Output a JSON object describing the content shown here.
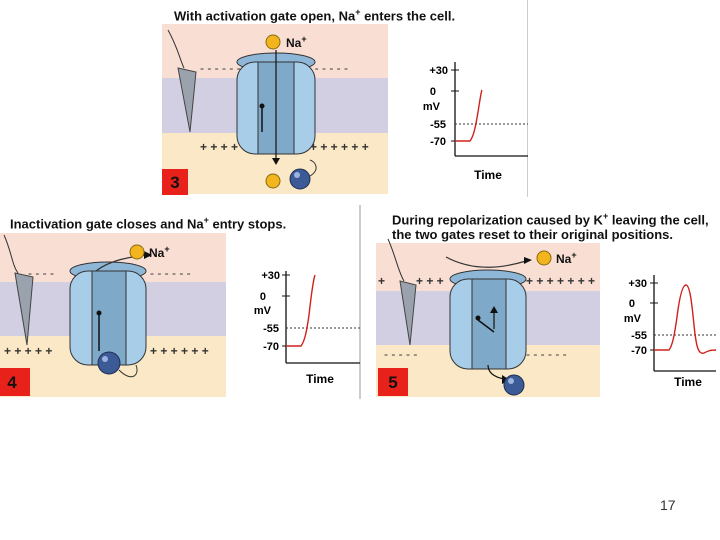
{
  "panels": [
    {
      "number": "3",
      "caption_pre": "With activation gate open, Na",
      "caption_sup": "+",
      "caption_post": " enters the cell."
    },
    {
      "number": "4",
      "caption_pre": "Inactivation gate closes and Na",
      "caption_sup": "+",
      "caption_post": " entry stops."
    },
    {
      "number": "5",
      "caption_line1_pre": "During repolarization caused by K",
      "caption_line1_sup": "+",
      "caption_line1_post": " leaving the cell,",
      "caption_line2": "the two gates reset to their original positions."
    }
  ],
  "ion_label": "Na",
  "ion_sup": "+",
  "graph": {
    "ticks": [
      "+30",
      "0",
      "mV",
      "-55",
      "-70"
    ],
    "xlabel": "Time"
  },
  "page_number": "17",
  "colors": {
    "extracellular": "#f8ded3",
    "membrane": "#d3cfe3",
    "intracellular": "#fbe8c6",
    "channel": "#a8cde8",
    "channel_dark": "#5e86a8",
    "sodium": "#f2b51e",
    "gate_ball": "#3c5a96",
    "number_box": "#e8211a",
    "trace": "#d0211c"
  }
}
